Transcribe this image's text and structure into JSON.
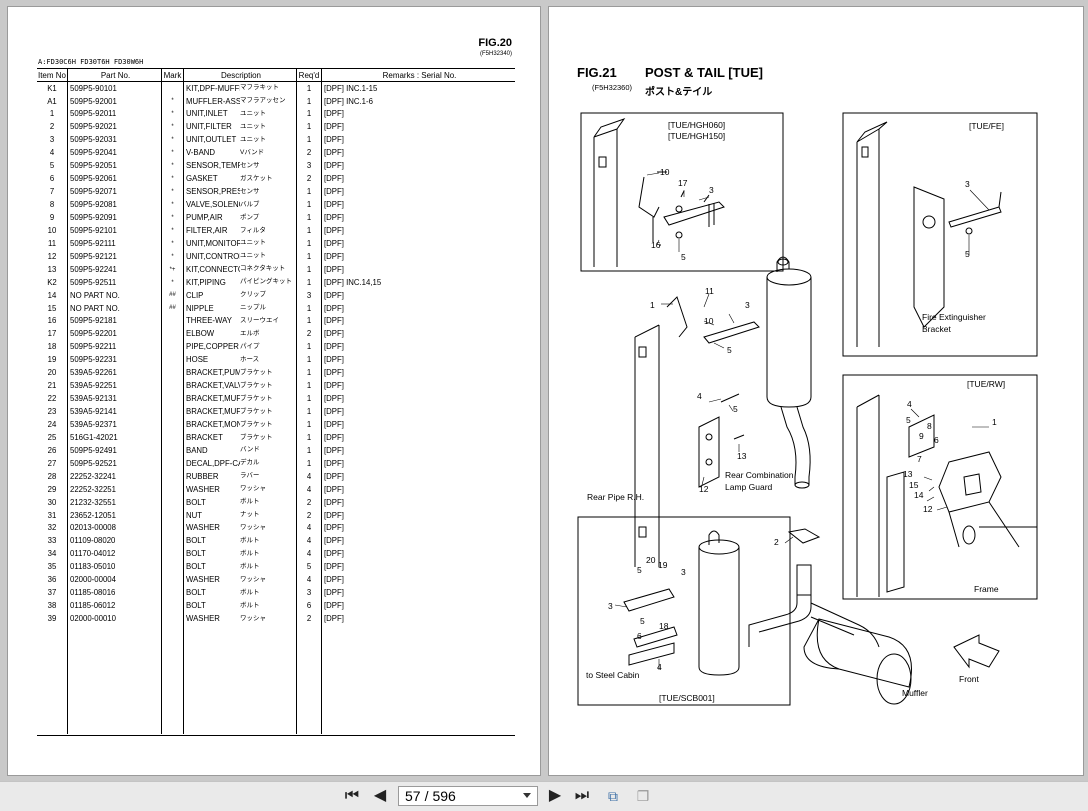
{
  "left": {
    "fig_num": "FIG.20",
    "fig_code": "(F5H32340)",
    "models": "A:FD30C6H FD30T6H FD30W6H",
    "columns": [
      "Item No",
      "Part No.",
      "Mark",
      "Description",
      "Req'd",
      "Remarks : Serial No."
    ],
    "rows": [
      [
        "K1",
        "509P5-90101",
        "",
        "KIT,DPF-MUFFLER",
        "マフラキット",
        "1",
        "[DPF] INC.1-15"
      ],
      [
        "A1",
        "509P5-92001",
        "*",
        "MUFFLER-ASSY,DPF",
        "マフラアッセン",
        "1",
        "[DPF] INC.1-6"
      ],
      [
        "1",
        "509P5-92011",
        "*",
        "UNIT,INLET",
        "ユニット",
        "1",
        "[DPF]"
      ],
      [
        "2",
        "509P5-92021",
        "*",
        "UNIT,FILTER",
        "ユニット",
        "1",
        "[DPF]"
      ],
      [
        "3",
        "509P5-92031",
        "*",
        "UNIT,OUTLET",
        "ユニット",
        "1",
        "[DPF]"
      ],
      [
        "4",
        "509P5-92041",
        "*",
        "V-BAND",
        "Vバンド",
        "2",
        "[DPF]"
      ],
      [
        "5",
        "509P5-92051",
        "*",
        "SENSOR,TEMP",
        "センサ",
        "3",
        "[DPF]"
      ],
      [
        "6",
        "509P5-92061",
        "*",
        "GASKET",
        "ガスケット",
        "2",
        "[DPF]"
      ],
      [
        "7",
        "509P5-92071",
        "*",
        "SENSOR,PRESS",
        "センサ",
        "1",
        "[DPF]"
      ],
      [
        "8",
        "509P5-92081",
        "*",
        "VALVE,SOLENOIDE",
        "バルブ",
        "1",
        "[DPF]"
      ],
      [
        "9",
        "509P5-92091",
        "*",
        "PUMP,AIR",
        "ポンプ",
        "1",
        "[DPF]"
      ],
      [
        "10",
        "509P5-92101",
        "*",
        "FILTER,AIR",
        "フィルタ",
        "1",
        "[DPF]"
      ],
      [
        "11",
        "509P5-92111",
        "*",
        "UNIT,MONITOR",
        "ユニット",
        "1",
        "[DPF]"
      ],
      [
        "12",
        "509P5-92121",
        "*",
        "UNIT,CONTROLLER",
        "ユニット",
        "1",
        "[DPF]"
      ],
      [
        "13",
        "509P5-92241",
        "*+",
        "KIT,CONNECTOR",
        "コネクタキット",
        "1",
        "[DPF]"
      ],
      [
        "K2",
        "509P5-92511",
        "*",
        "KIT,PIPING",
        "パイピングキット",
        "1",
        "[DPF] INC.14,15"
      ],
      [
        "14",
        "NO PART NO.",
        "##",
        "CLIP",
        "クリップ",
        "3",
        "[DPF]"
      ],
      [
        "15",
        "NO PART NO.",
        "##",
        "NIPPLE",
        "ニップル",
        "1",
        "[DPF]"
      ],
      [
        "16",
        "509P5-92181",
        "",
        "THREE-WAY",
        "スリーウエイ",
        "1",
        "[DPF]"
      ],
      [
        "17",
        "509P5-92201",
        "",
        "ELBOW",
        "エルボ",
        "2",
        "[DPF]"
      ],
      [
        "18",
        "509P5-92211",
        "",
        "PIPE,COPPER",
        "パイプ",
        "1",
        "[DPF]"
      ],
      [
        "19",
        "509P5-92231",
        "",
        "HOSE",
        "ホース",
        "1",
        "[DPF]"
      ],
      [
        "20",
        "539A5-92261",
        "",
        "BRACKET,PUMP",
        "ブラケット",
        "1",
        "[DPF]"
      ],
      [
        "21",
        "539A5-92251",
        "",
        "BRACKET,VALVE",
        "ブラケット",
        "1",
        "[DPF]"
      ],
      [
        "22",
        "539A5-92131",
        "",
        "BRACKET,MUFFLER,RH",
        "ブラケット",
        "1",
        "[DPF]"
      ],
      [
        "23",
        "539A5-92141",
        "",
        "BRACKET,MUFFLER,LH",
        "ブラケット",
        "1",
        "[DPF]"
      ],
      [
        "24",
        "539A5-92371",
        "",
        "BRACKET,MONITOR",
        "ブラケット",
        "1",
        "[DPF]"
      ],
      [
        "25",
        "516G1-42021",
        "",
        "BRACKET",
        "ブラケット",
        "1",
        "[DPF]"
      ],
      [
        "26",
        "509P5-92491",
        "",
        "BAND",
        "バンド",
        "1",
        "[DPF]"
      ],
      [
        "27",
        "509P5-92521",
        "",
        "DECAL,DPF-CAUTION",
        "デカル",
        "1",
        "[DPF]"
      ],
      [
        "28",
        "22252-32241",
        "",
        "RUBBER",
        "ラバー",
        "4",
        "[DPF]"
      ],
      [
        "29",
        "22252-32251",
        "",
        "WASHER",
        "ワッシャ",
        "4",
        "[DPF]"
      ],
      [
        "30",
        "21232-32551",
        "",
        "BOLT",
        "ボルト",
        "2",
        "[DPF]"
      ],
      [
        "31",
        "23652-12051",
        "",
        "NUT",
        "ナット",
        "2",
        "[DPF]"
      ],
      [
        "32",
        "02013-00008",
        "",
        "WASHER",
        "ワッシャ",
        "4",
        "[DPF]"
      ],
      [
        "33",
        "01109-08020",
        "",
        "BOLT",
        "ボルト",
        "4",
        "[DPF]"
      ],
      [
        "34",
        "01170-04012",
        "",
        "BOLT",
        "ボルト",
        "4",
        "[DPF]"
      ],
      [
        "35",
        "01183-05010",
        "",
        "BOLT",
        "ボルト",
        "5",
        "[DPF]"
      ],
      [
        "36",
        "02000-00004",
        "",
        "WASHER",
        "ワッシャ",
        "4",
        "[DPF]"
      ],
      [
        "37",
        "01185-08016",
        "",
        "BOLT",
        "ボルト",
        "3",
        "[DPF]"
      ],
      [
        "38",
        "01185-06012",
        "",
        "BOLT",
        "ボルト",
        "6",
        "[DPF]"
      ],
      [
        "39",
        "02000-00010",
        "",
        "WASHER",
        "ワッシャ",
        "2",
        "[DPF]"
      ]
    ]
  },
  "right": {
    "fig_num": "FIG.21",
    "title": "POST & TAIL [TUE]",
    "fig_code": "(F5H32360)",
    "title_jp": "ポスト&テイル",
    "labels": {
      "hgh": "[TUE/HGH060]",
      "hgh2": "[TUE/HGH150]",
      "fe": "[TUE/FE]",
      "rw": "[TUE/RW]",
      "scb": "[TUE/SCB001]",
      "fire1": "Fire Extinguisher",
      "fire2": "Bracket",
      "rearcomb1": "Rear Combination",
      "rearcomb2": "Lamp Guard",
      "rearpipe": "Rear Pipe R.H.",
      "frame": "Frame",
      "cabin": "to Steel Cabin",
      "muffler": "Muffler",
      "front": "Front"
    }
  },
  "viewer": {
    "current_page": "57",
    "separator": "/",
    "total_pages": "596"
  }
}
